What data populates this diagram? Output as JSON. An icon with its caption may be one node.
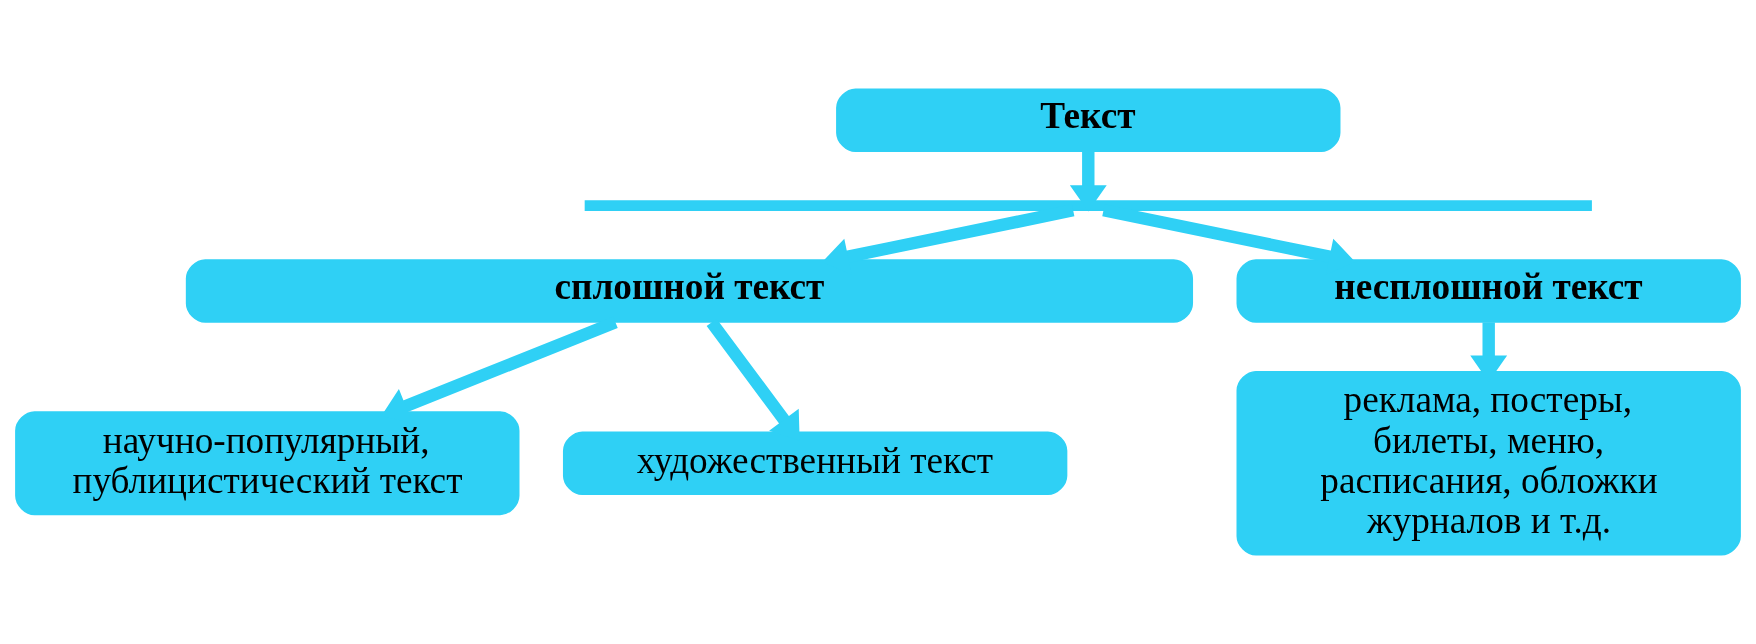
{
  "diagram": {
    "nodes": [
      {
        "text": [
          "Текст"
        ]
      },
      {
        "text": [],
        "shape": "bar"
      },
      {
        "text": [
          "сплошной текст"
        ]
      },
      {
        "text": [
          "несплошной текст"
        ]
      },
      {
        "text": [
          "научно-популярный, публицистический текст"
        ]
      },
      {
        "text": [
          "художественный текст"
        ]
      },
      {
        "text": [
          "реклама, постеры, билеты, меню, расписания, обложки журналов и т.д."
        ]
      }
    ],
    "edges": [
      {
        "from": 0,
        "to": 1,
        "arrow": "to"
      },
      {
        "from": 1,
        "to": 2,
        "arrow": "to"
      },
      {
        "from": 1,
        "to": 3,
        "arrow": "to"
      },
      {
        "from": 2,
        "to": 4,
        "arrow": "to"
      },
      {
        "from": 2,
        "to": 5,
        "arrow": "to"
      },
      {
        "from": 3,
        "to": 6,
        "arrow": "to"
      }
    ]
  }
}
